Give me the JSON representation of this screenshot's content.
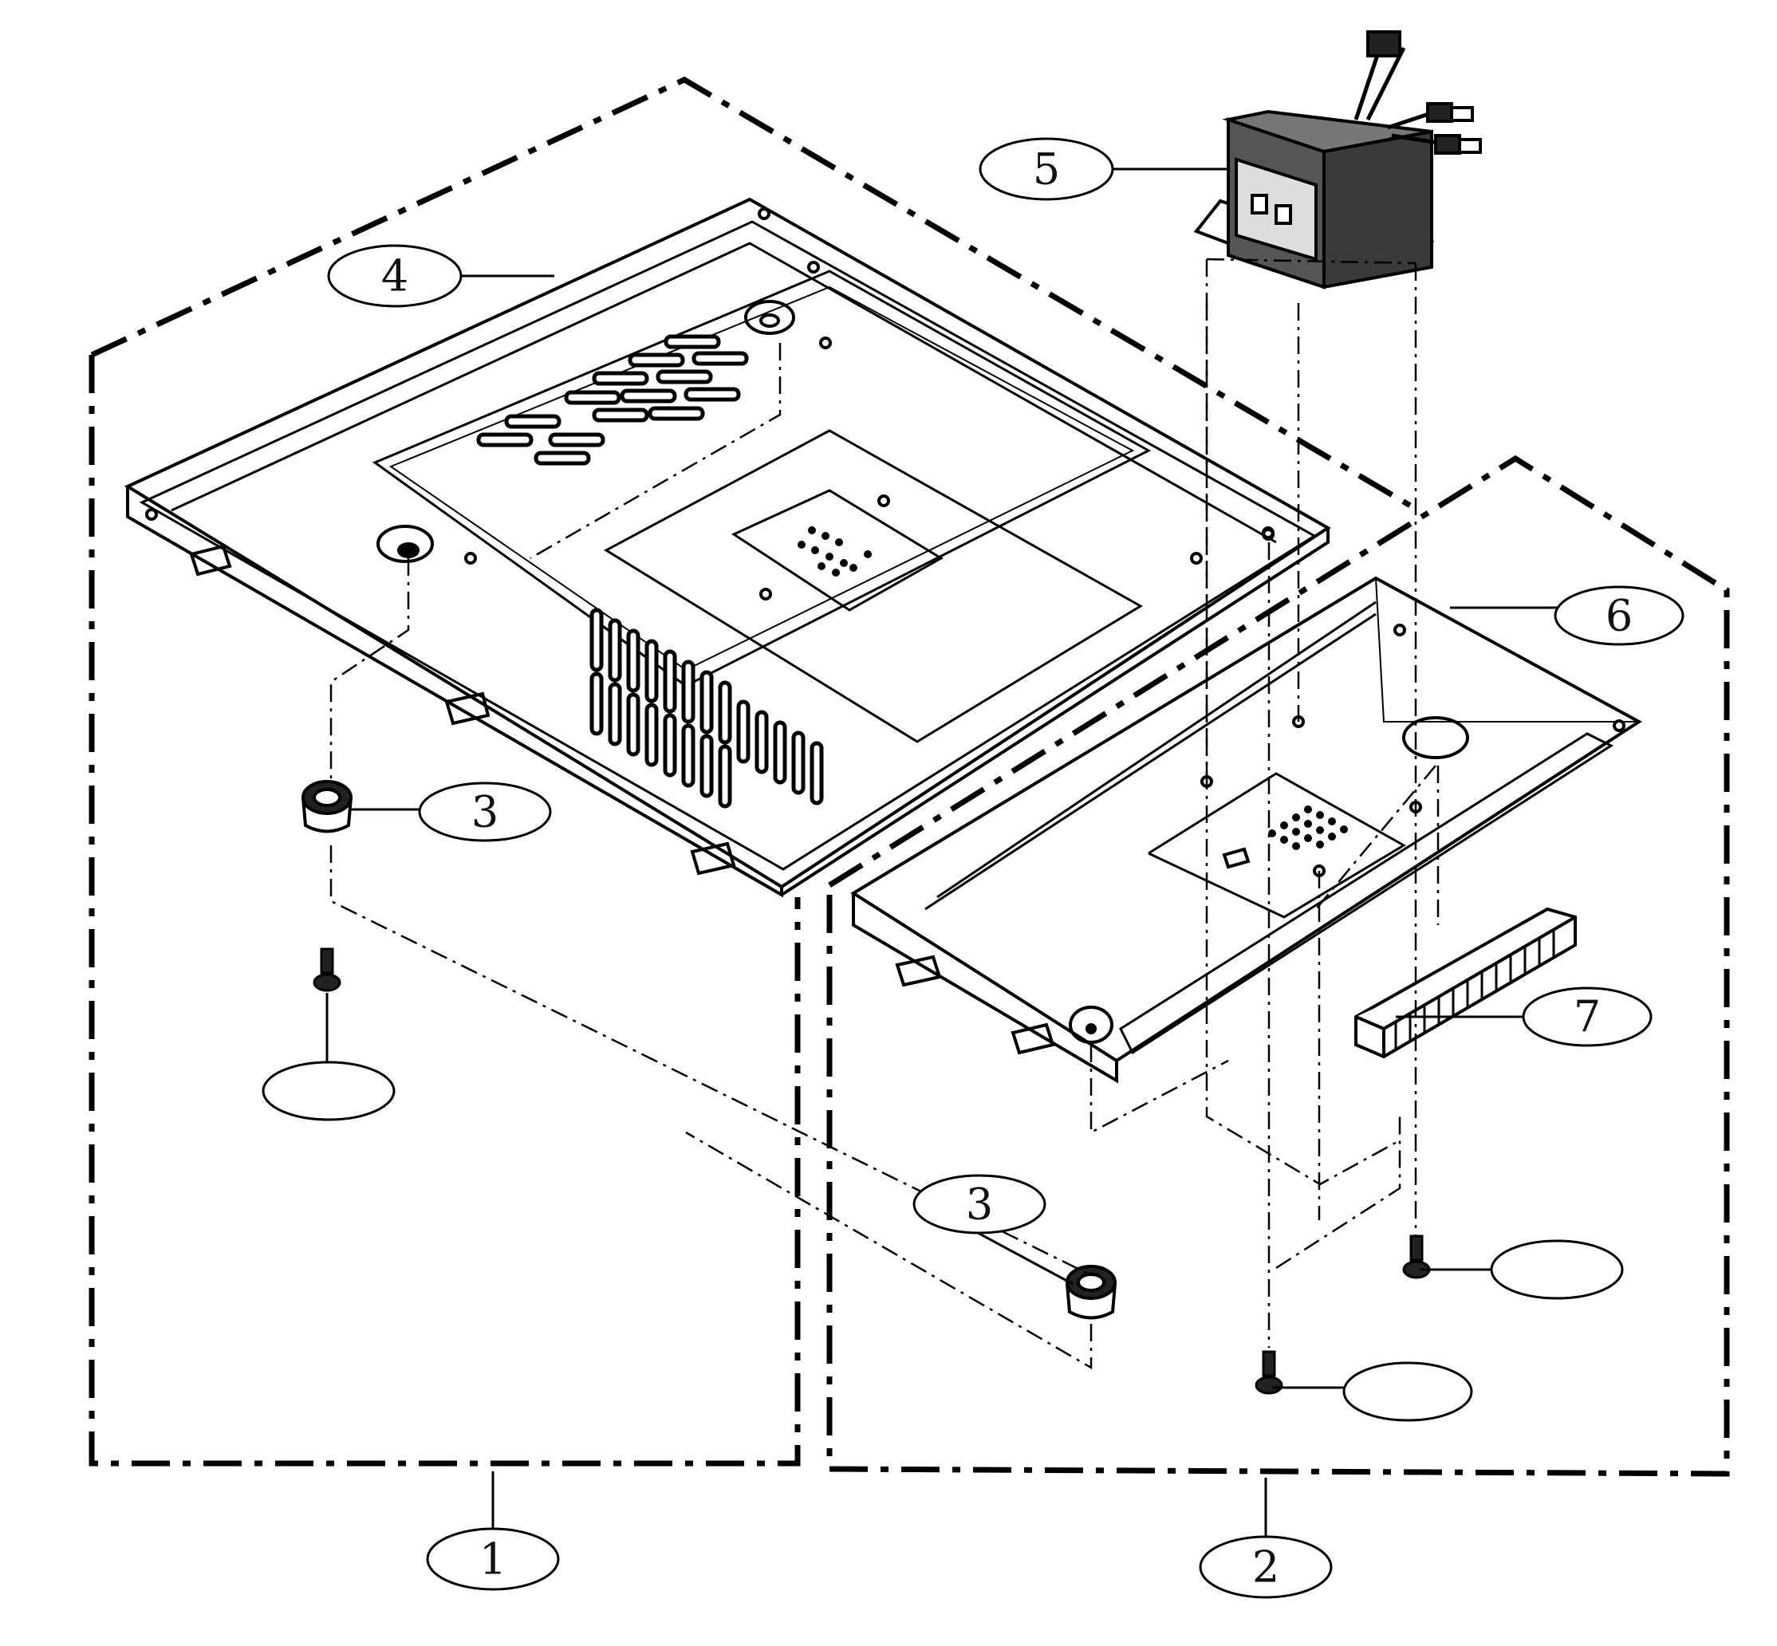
{
  "diagram": {
    "callouts": {
      "c1": "1",
      "c2": "2",
      "c3_left": "3",
      "c3_right": "3",
      "c4": "4",
      "c5": "5",
      "c6": "6",
      "c7": "7",
      "screw_left": "",
      "screw_mid": "",
      "screw_right": ""
    }
  }
}
